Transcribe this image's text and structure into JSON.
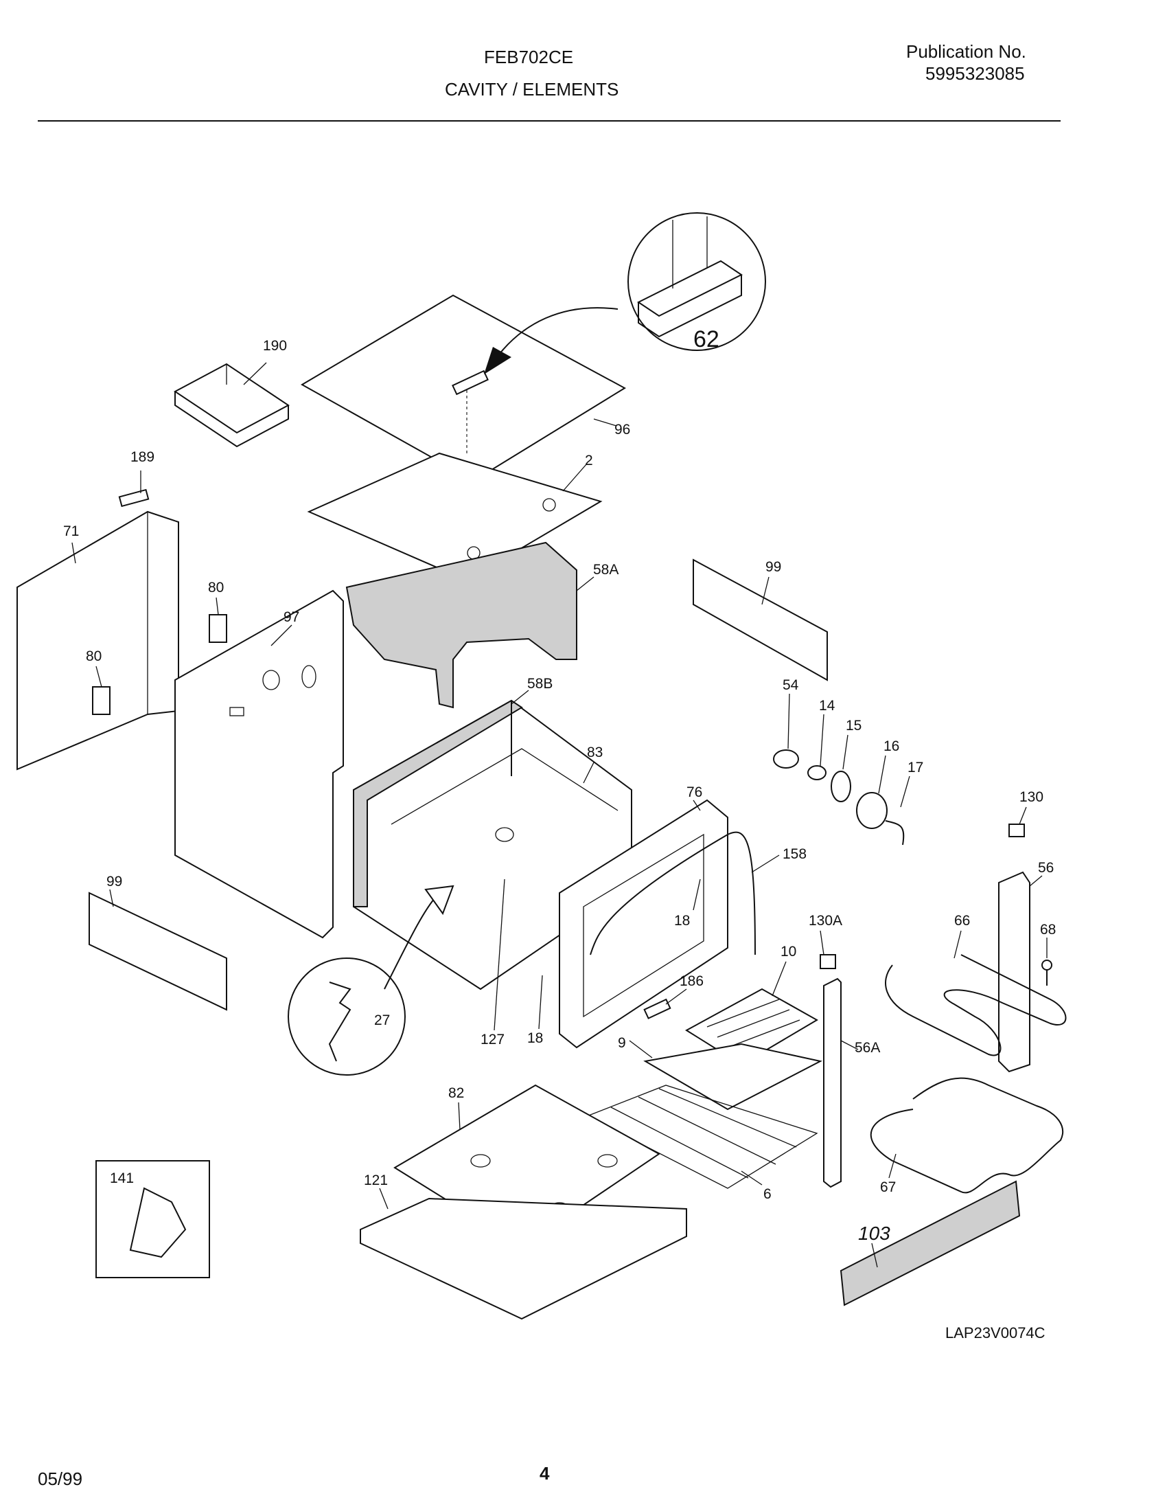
{
  "header": {
    "model": "FEB702CE",
    "section": "CAVITY / ELEMENTS",
    "publication_label": "Publication No.",
    "publication_number": "5995323085"
  },
  "callouts": {
    "c62": "62",
    "c190": "190",
    "c96": "96",
    "c2": "2",
    "c189": "189",
    "c71": "71",
    "c80a": "80",
    "c80b": "80",
    "c97": "97",
    "c58A": "58A",
    "c99a": "99",
    "c58B": "58B",
    "c54": "54",
    "c14": "14",
    "c15": "15",
    "c16": "16",
    "c17": "17",
    "c83": "83",
    "c76": "76",
    "c130": "130",
    "c158": "158",
    "c56": "56",
    "c99b": "99",
    "c18a": "18",
    "c130A": "130A",
    "c66": "66",
    "c68": "68",
    "c10": "10",
    "c186": "186",
    "c27": "27",
    "c127": "127",
    "c18b": "18",
    "c9": "9",
    "c56A": "56A",
    "c82": "82",
    "c141": "141",
    "c121": "121",
    "c6": "6",
    "c67": "67",
    "c103": "103"
  },
  "footer": {
    "drawing_code": "LAP23V0074C",
    "date": "05/99",
    "page_number": "4"
  }
}
